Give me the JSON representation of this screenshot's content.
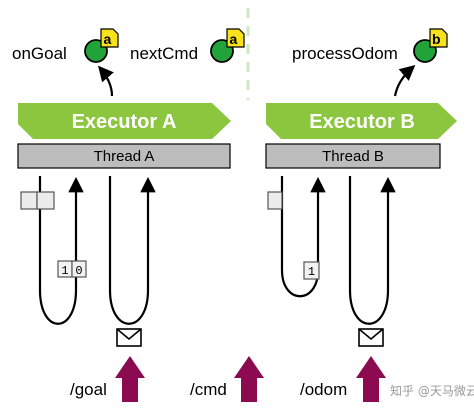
{
  "callbacks": {
    "on_goal": "onGoal",
    "next_cmd": "nextCmd",
    "process_odom": "processOdom"
  },
  "badges": {
    "on_goal": "a",
    "next_cmd": "a",
    "process_odom": "b"
  },
  "executors": {
    "a": {
      "label": "Executor A",
      "thread": "Thread A"
    },
    "b": {
      "label": "Executor B",
      "thread": "Thread B"
    }
  },
  "queues": {
    "goal": [
      "1",
      "0"
    ],
    "odom": [
      "1"
    ]
  },
  "topics": {
    "goal": "/goal",
    "cmd": "/cmd",
    "odom": "/odom"
  },
  "watermark": "知乎 @天马微云",
  "colors": {
    "executor_green": "#8cc63f",
    "callback_green": "#22a339",
    "badge_yellow": "#f7e21b",
    "thread_gray": "#bdbdbd",
    "topic_arrow": "#8b0a50",
    "divider": "#cfe8c0"
  }
}
